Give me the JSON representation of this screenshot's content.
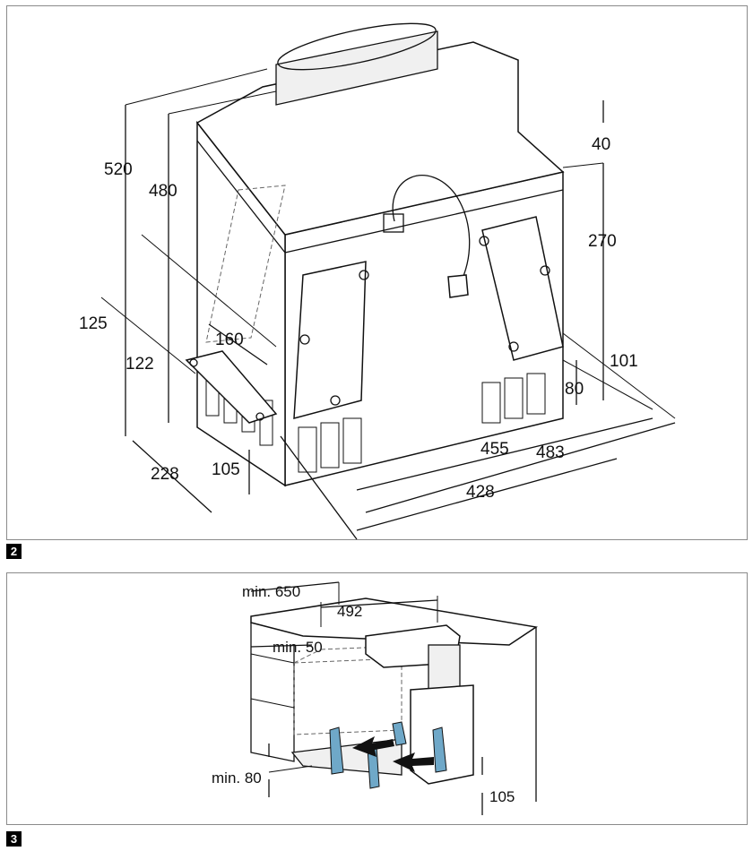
{
  "figure2": {
    "number": "2",
    "dimensions": {
      "d520": "520",
      "d480": "480",
      "d40": "40",
      "d270": "270",
      "d125": "125",
      "d122": "122",
      "d160": "160",
      "d101": "101",
      "d80": "80",
      "d455": "455",
      "d483": "483",
      "d428": "428",
      "d228": "228",
      "d105": "105"
    }
  },
  "figure3": {
    "number": "3",
    "dimensions": {
      "min650": "min. 650",
      "d492": "492",
      "min50": "min. 50",
      "min80": "min. 80",
      "d105": "105"
    },
    "colors": {
      "clip": "#6fa8c8",
      "arrow": "#111111"
    }
  }
}
